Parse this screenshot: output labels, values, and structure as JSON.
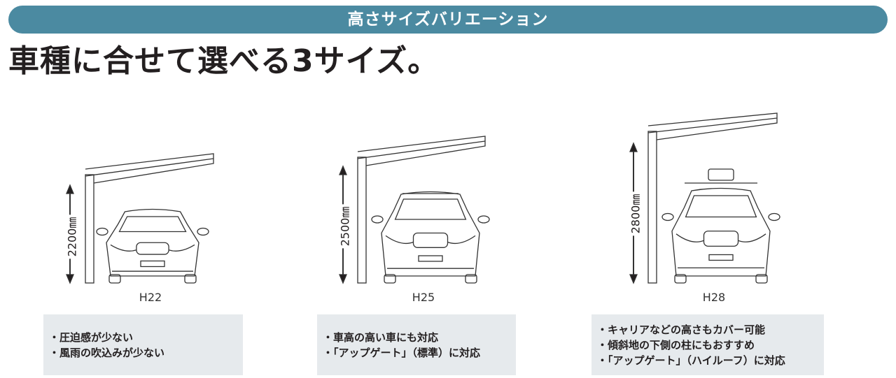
{
  "banner": {
    "title": "高さサイズバリエーション"
  },
  "heading": "車種に合せて選べる3サイズ。",
  "variants": [
    {
      "model": "H22",
      "height_label": "2200㎜",
      "height_mm": 2200,
      "features": [
        "・圧迫感が少ない",
        "・風雨の吹込みが少ない"
      ]
    },
    {
      "model": "H25",
      "height_label": "2500㎜",
      "height_mm": 2500,
      "features": [
        "・車高の高い車にも対応",
        "・「アップゲート」（標準）に対応"
      ]
    },
    {
      "model": "H28",
      "height_label": "2800㎜",
      "height_mm": 2800,
      "features": [
        "・キャリアなどの高さもカバー可能",
        "・傾斜地の下側の柱にもおすすめ",
        "・「アップゲート」（ハイルーフ）に対応"
      ]
    }
  ],
  "colors": {
    "banner": "#4b8aa1",
    "box": "#e6eaed"
  }
}
